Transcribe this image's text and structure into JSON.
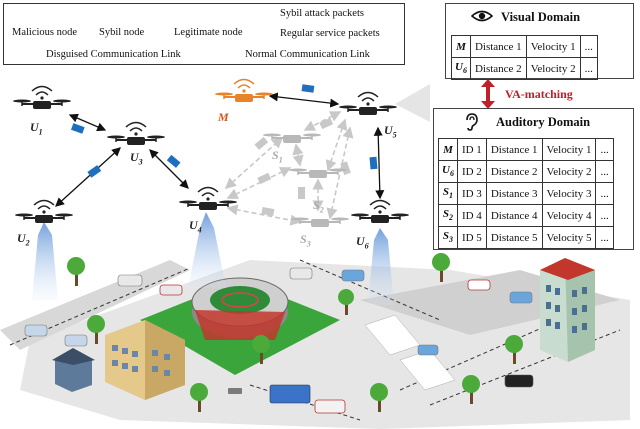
{
  "legend": {
    "malicious": "Malicious node",
    "sybil": "Sybil node",
    "legitimate": "Legitimate node",
    "sybil_packets": "Sybil attack packets",
    "regular_packets": "Regular service packets",
    "disguised_link": "Disguised Communication Link",
    "normal_link": "Normal Communication Link"
  },
  "colors": {
    "malicious": "#e8832a",
    "sybil": "#b8b8b8",
    "legitimate": "#222222",
    "sybil_packet": "#c8c8c8",
    "regular_packet": "#1f6fc0",
    "va_arrow": "#c0202a",
    "field": "#3aa53a"
  },
  "visual_domain": {
    "title": "Visual Domain",
    "icon": "eye-icon",
    "rows": [
      [
        "M",
        "Distance 1",
        "Velocity 1",
        "..."
      ],
      [
        "U6",
        "Distance 2",
        "Velocity 2",
        "..."
      ]
    ]
  },
  "va_matching": "VA-matching",
  "auditory_domain": {
    "title": "Auditory Domain",
    "icon": "ear-icon",
    "rows": [
      [
        "M",
        "ID 1",
        "Distance 1",
        "Velocity 1",
        "..."
      ],
      [
        "U6",
        "ID 2",
        "Distance 2",
        "Velocity 2",
        "..."
      ],
      [
        "S1",
        "ID 3",
        "Distance 3",
        "Velocity 3",
        "..."
      ],
      [
        "S2",
        "ID 4",
        "Distance 4",
        "Velocity 4",
        "..."
      ],
      [
        "S3",
        "ID 5",
        "Distance 5",
        "Velocity 5",
        "..."
      ]
    ]
  },
  "nodes": {
    "u1": "U1",
    "u2": "U2",
    "u3": "U3",
    "u4": "U4",
    "u5": "U5",
    "u6": "U6",
    "m": "M",
    "s1": "S1",
    "s2": "S2",
    "s3": "S3"
  }
}
